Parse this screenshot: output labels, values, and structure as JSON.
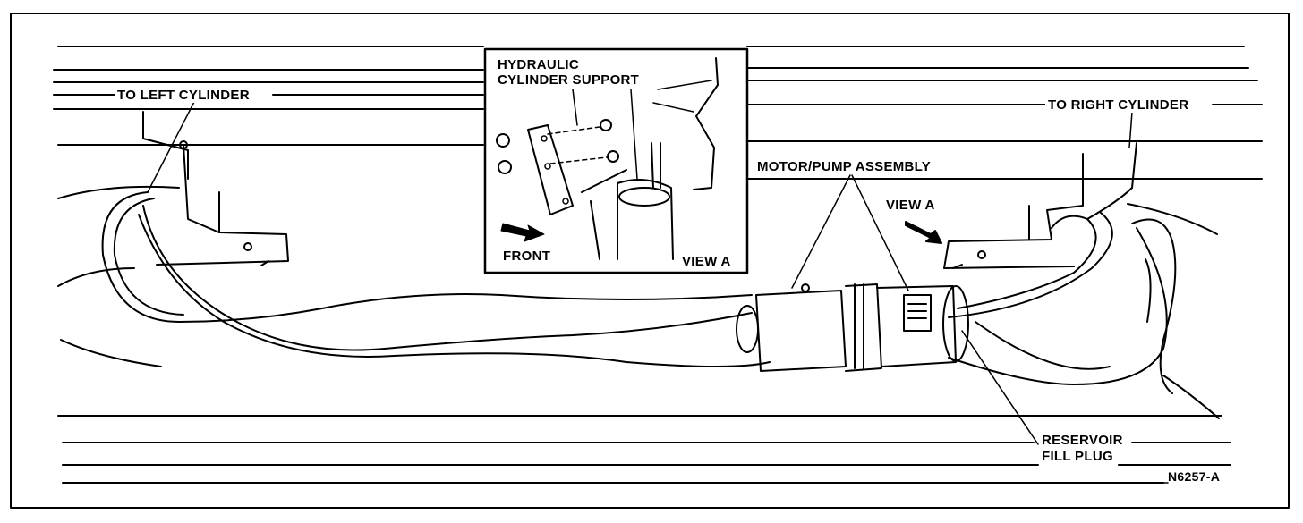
{
  "figure_id": "N6257-A",
  "labels": {
    "to_left_cylinder": "TO LEFT CYLINDER",
    "to_right_cylinder": "TO RIGHT CYLINDER",
    "motor_pump_assembly": "MOTOR/PUMP ASSEMBLY",
    "view_a_main": "VIEW A",
    "reservoir_fill_plug_line1": "RESERVOIR",
    "reservoir_fill_plug_line2": "FILL PLUG"
  },
  "inset": {
    "title_line1": "HYDRAULIC",
    "title_line2": "CYLINDER SUPPORT",
    "front": "FRONT",
    "view": "VIEW A"
  },
  "colors": {
    "ink": "#000000",
    "paper": "#ffffff"
  }
}
